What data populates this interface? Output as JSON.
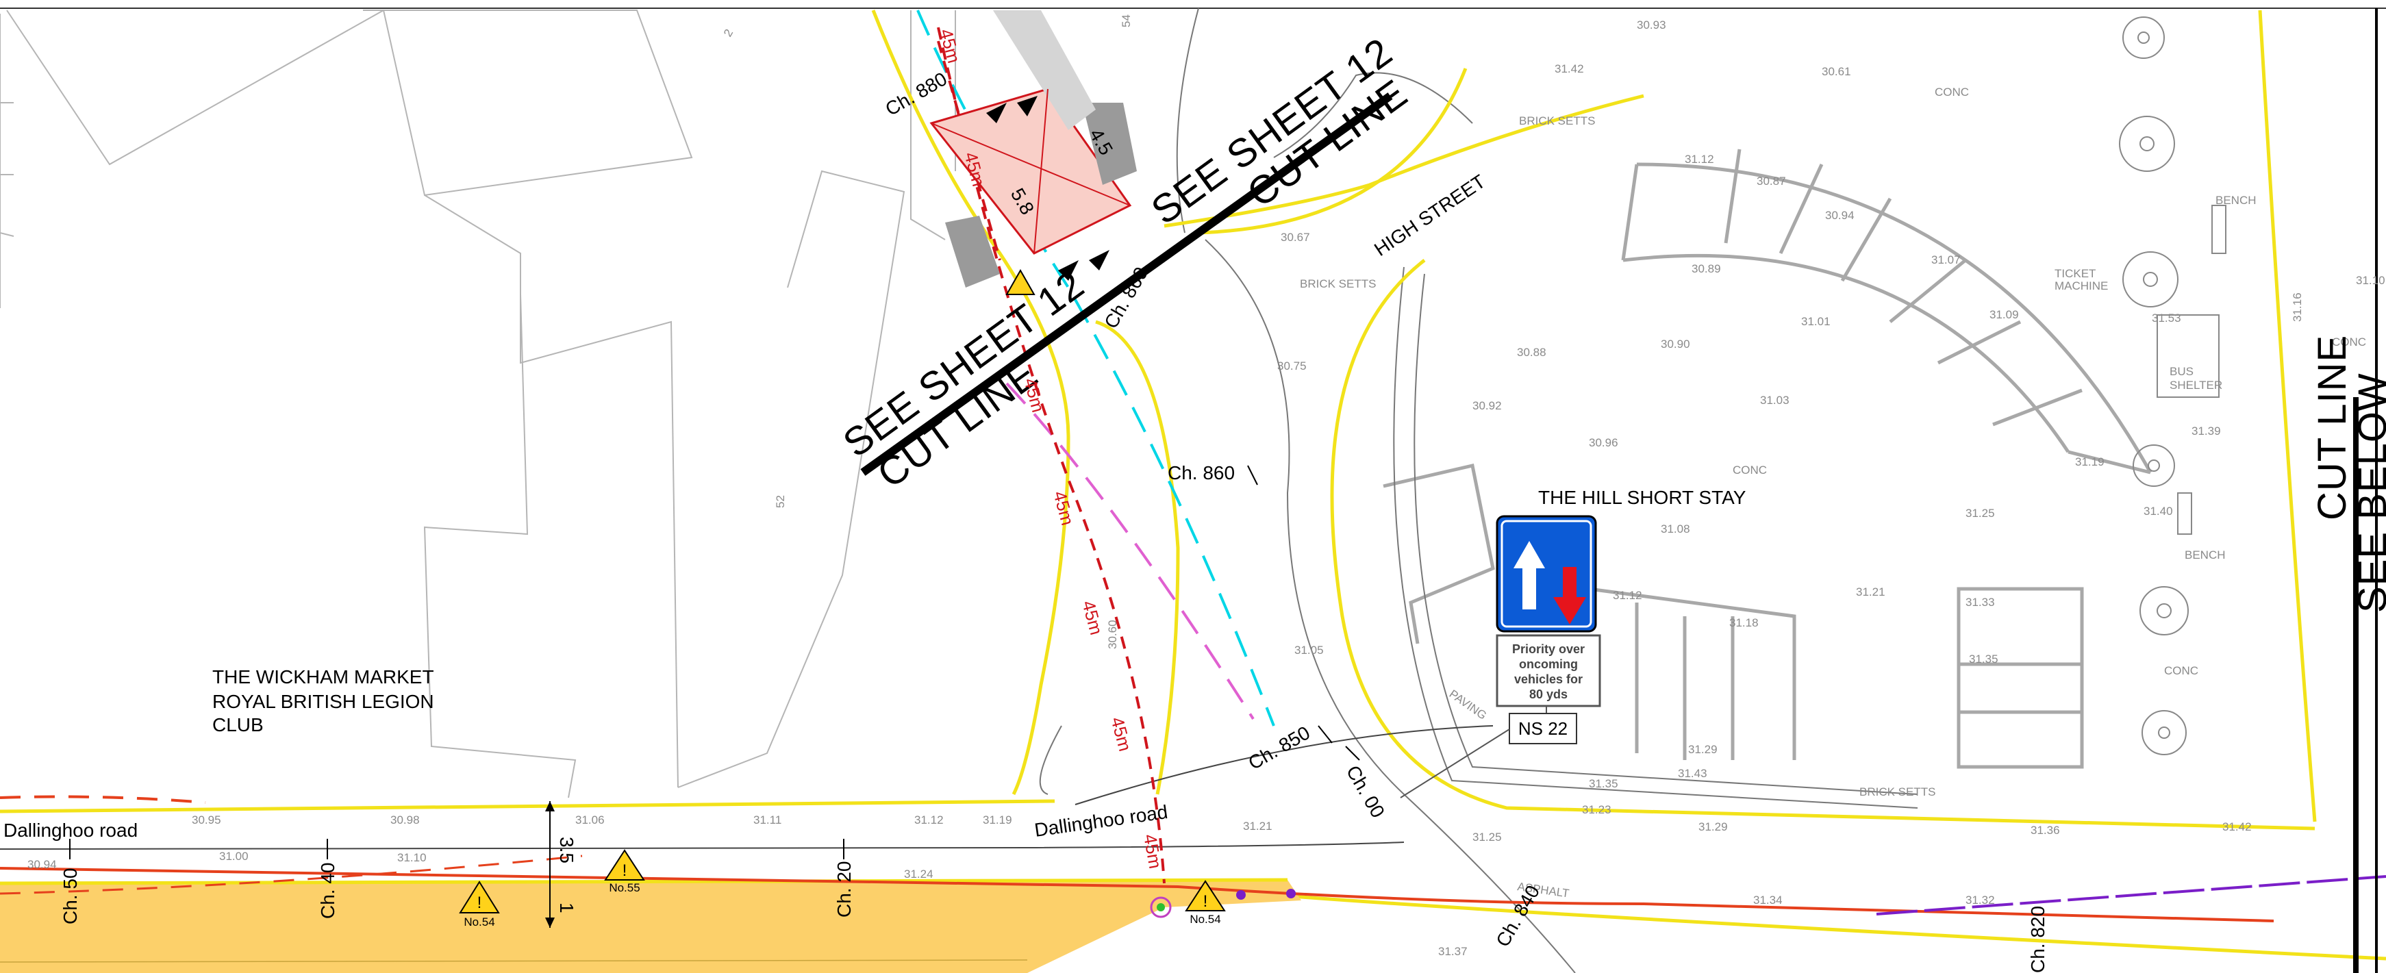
{
  "labels": {
    "legion_club": [
      "THE WICKHAM MARKET",
      "ROYAL BRITISH LEGION",
      "CLUB"
    ],
    "short_stay": "THE HILL SHORT STAY",
    "high_street": "HIGH STREET",
    "dallinghoo_left": "Dallinghoo road",
    "dallinghoo_mid": "Dallinghoo road",
    "brick_setts_1": "BRICK SETTS",
    "brick_setts_2": "BRICK SETTS",
    "brick_setts_3": "BRICK SETTS",
    "bus_shelter": [
      "BUS",
      "SHELTER"
    ],
    "conc_1": "CONC",
    "conc_2": "CONC",
    "conc_3": "CONC",
    "conc_4": "CONC",
    "paving": "PAVING",
    "asphalt": "ASPHALT",
    "bench_1": "BENCH",
    "bench_2": "BENCH",
    "ticket_machine": [
      "TICKET",
      "MACHINE"
    ],
    "plot_52": "52",
    "plot_2": "2",
    "plot_54": "54"
  },
  "cut_lines": {
    "see_sheet": "SEE SHEET 12",
    "cut_line": "CUT LINE",
    "right_cut": "CUT LINE",
    "right_see": "SEE BELOW"
  },
  "chainages": [
    "Ch. 880",
    "Ch. 869",
    "Ch. 860",
    "Ch. 850",
    "Ch. 00",
    "Ch. 840",
    "Ch. 820",
    "Ch. 50",
    "Ch. 40",
    "Ch. 20"
  ],
  "dims": {
    "d45": "4.5",
    "d58": "5.8",
    "d35": "3.5",
    "d1": "1"
  },
  "visibility": "45m",
  "sign": {
    "caption": [
      "Priority over",
      "oncoming",
      "vehicles for",
      "80 yds"
    ],
    "ref": "NS 22"
  },
  "warnings": {
    "no54": "No.54",
    "no55": "No.55"
  },
  "levels": [
    "30.95",
    "30.98",
    "31.06",
    "31.11",
    "31.12",
    "31.19",
    "31.24",
    "30.94",
    "31.00",
    "31.10",
    "31.21",
    "31.25",
    "31.23",
    "31.29",
    "31.35",
    "31.43",
    "31.42",
    "31.32",
    "31.34",
    "31.37",
    "31.36",
    "30.75",
    "31.05",
    "30.96",
    "31.08",
    "31.12",
    "31.18",
    "31.29",
    "31.21",
    "31.33",
    "31.35",
    "31.25",
    "30.88",
    "30.90",
    "31.03",
    "30.92",
    "30.89",
    "31.01",
    "31.12",
    "30.87",
    "30.94",
    "31.07",
    "31.09",
    "31.19",
    "31.40",
    "31.53",
    "31.39",
    "31.42",
    "30.61",
    "30.93",
    "30.67",
    "30.60",
    "31.16",
    "31.10"
  ],
  "colors": {
    "road_edge": "#f2e21a",
    "footway": "#fcd06a",
    "red_line": "#e5401c",
    "cyan": "#00d6e6",
    "magenta": "#e060d0",
    "purple": "#7a1ec8",
    "sign_blue": "#0c5bd6"
  }
}
